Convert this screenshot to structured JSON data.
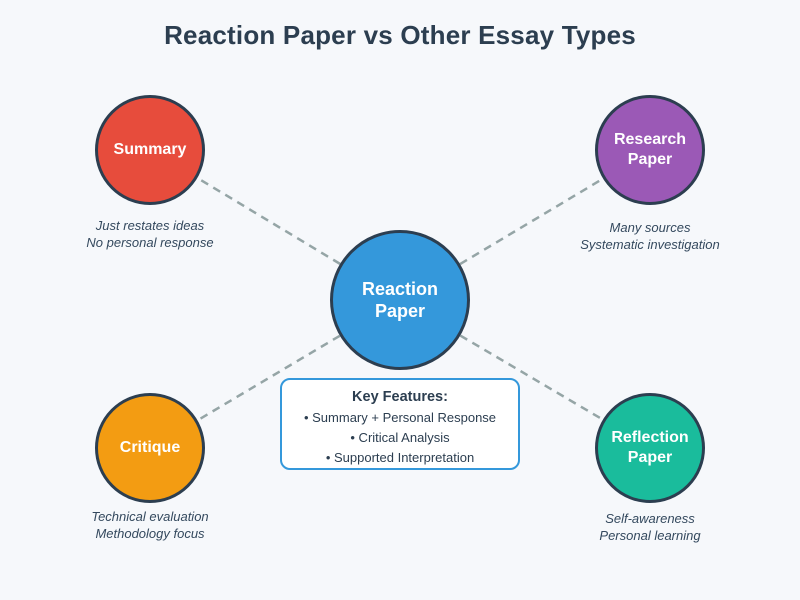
{
  "title": "Reaction Paper vs Other Essay Types",
  "colors": {
    "background": "#f6f8fb",
    "title_text": "#2c3e50",
    "caption_text": "#34495e",
    "node_border": "#2c3e50",
    "connector": "#95a5a6",
    "center": "#3498db",
    "summary": "#e74c3c",
    "research": "#9b59b6",
    "critique": "#f39c12",
    "reflection": "#1abc9c",
    "features_border": "#3498db"
  },
  "center_node": {
    "label": "Reaction Paper"
  },
  "nodes": [
    {
      "id": "summary",
      "label": "Summary",
      "color": "#e74c3c",
      "caption_lines": [
        "Just restates ideas",
        "No personal response"
      ]
    },
    {
      "id": "research-paper",
      "label": "Research Paper",
      "color": "#9b59b6",
      "caption_lines": [
        "Many sources",
        "Systematic investigation"
      ]
    },
    {
      "id": "critique",
      "label": "Critique",
      "color": "#f39c12",
      "caption_lines": [
        "Technical evaluation",
        "Methodology focus"
      ]
    },
    {
      "id": "reflection-paper",
      "label": "Reflection Paper",
      "color": "#1abc9c",
      "caption_lines": [
        "Self-awareness",
        "Personal learning"
      ]
    }
  ],
  "key_features": {
    "heading": "Key Features:",
    "items": [
      "• Summary + Personal Response",
      "• Critical Analysis",
      "• Supported Interpretation"
    ]
  }
}
